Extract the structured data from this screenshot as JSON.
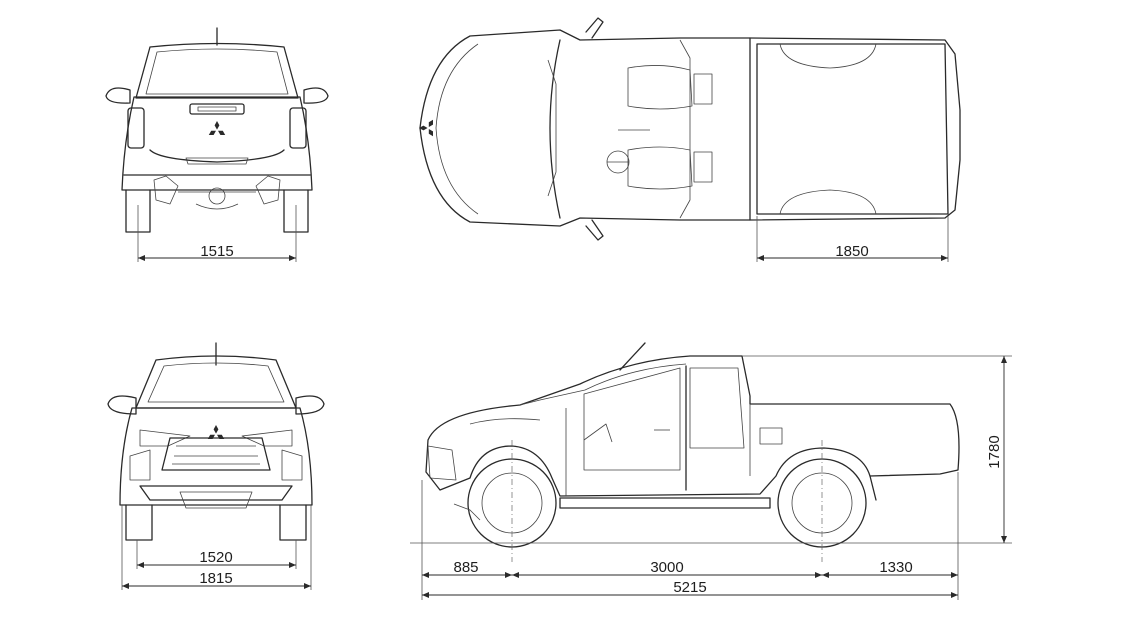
{
  "dimensions": {
    "rear_track": "1515",
    "bed_length": "1850",
    "front_track": "1520",
    "overall_width": "1815",
    "front_overhang": "885",
    "wheelbase": "3000",
    "rear_overhang": "1330",
    "overall_length": "5215",
    "overall_height": "1780"
  },
  "colors": {
    "line": "#2a2a2a",
    "background": "#ffffff"
  },
  "icons": {
    "brand_emblem": "three-diamond-emblem-icon"
  }
}
